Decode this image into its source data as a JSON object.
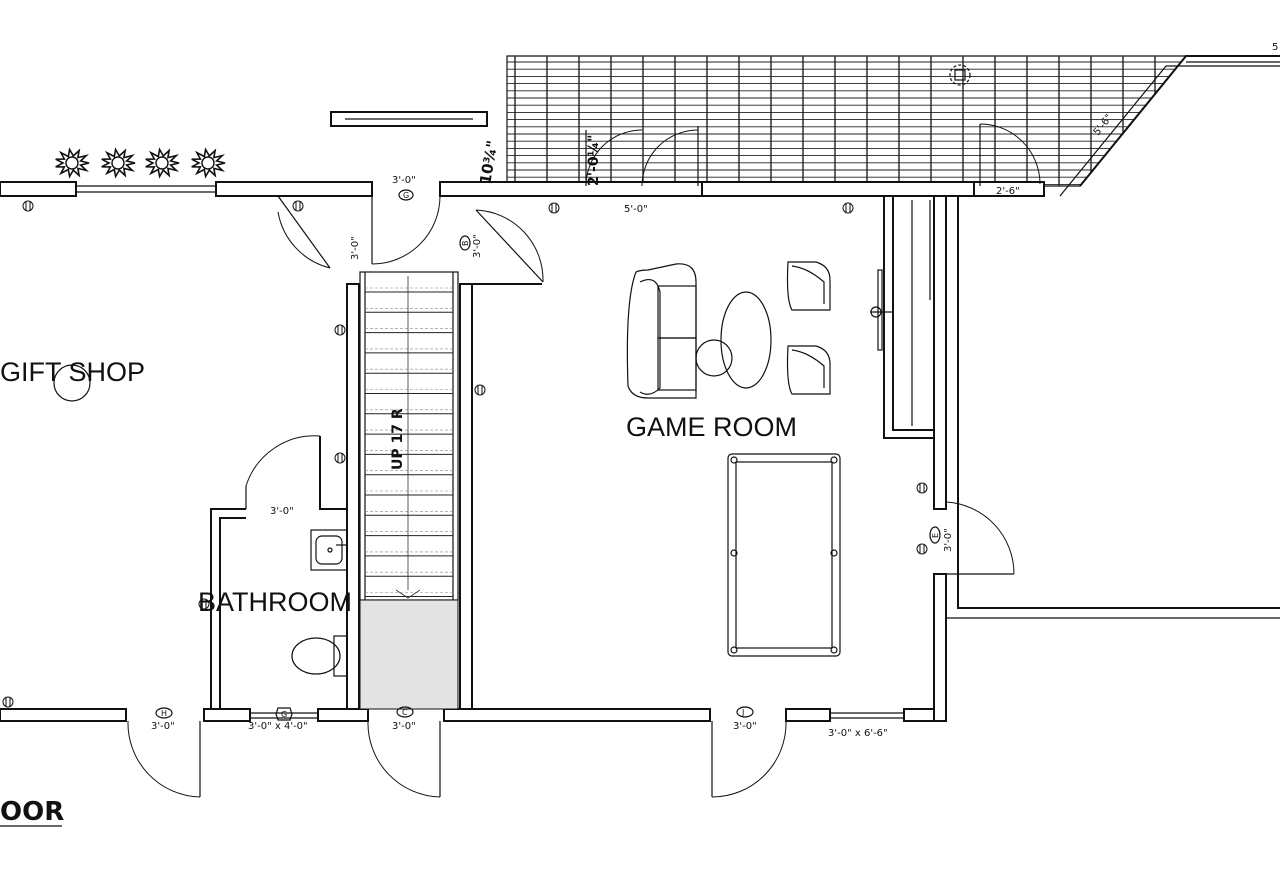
{
  "rooms": {
    "gift_shop": "GIFT SHOP",
    "game_room": "GAME ROOM",
    "bathroom": "BATHROOM"
  },
  "stair_label": "UP 17 R",
  "floor_label": "OOR",
  "dimensions": {
    "top_door_main": "3'-0\"",
    "left_door_vertical": "3'-0\"",
    "right_door_vertical": "3'-0\"",
    "porch_opening": "5'-0\"",
    "porch_right": "2'-6\"",
    "porch_depth_vertical": "2'-0¼\"",
    "porch_angled": "10¾\"",
    "porch_corner": "5'-6\"",
    "bath_door": "3'-0\"",
    "bottom_door_h": "3'-0\"",
    "bottom_window_g": "3'-0\" x 4'-0\"",
    "bottom_door_c": "3'-0\"",
    "bottom_door_j": "3'-0\"",
    "bottom_window_right": "3'-0\" x 6'-6\"",
    "side_door_e": "3'-0\"",
    "top_right_edge": "5"
  },
  "tags": {
    "top_door": "G",
    "right_door": "B",
    "bottom_h": "H",
    "bottom_g": "G",
    "bottom_c": "C",
    "bottom_j": "J",
    "side_e": "E"
  },
  "colors": {
    "line": "#111111",
    "stair_landing_fill": "#e3e3e3",
    "background": "#ffffff"
  }
}
